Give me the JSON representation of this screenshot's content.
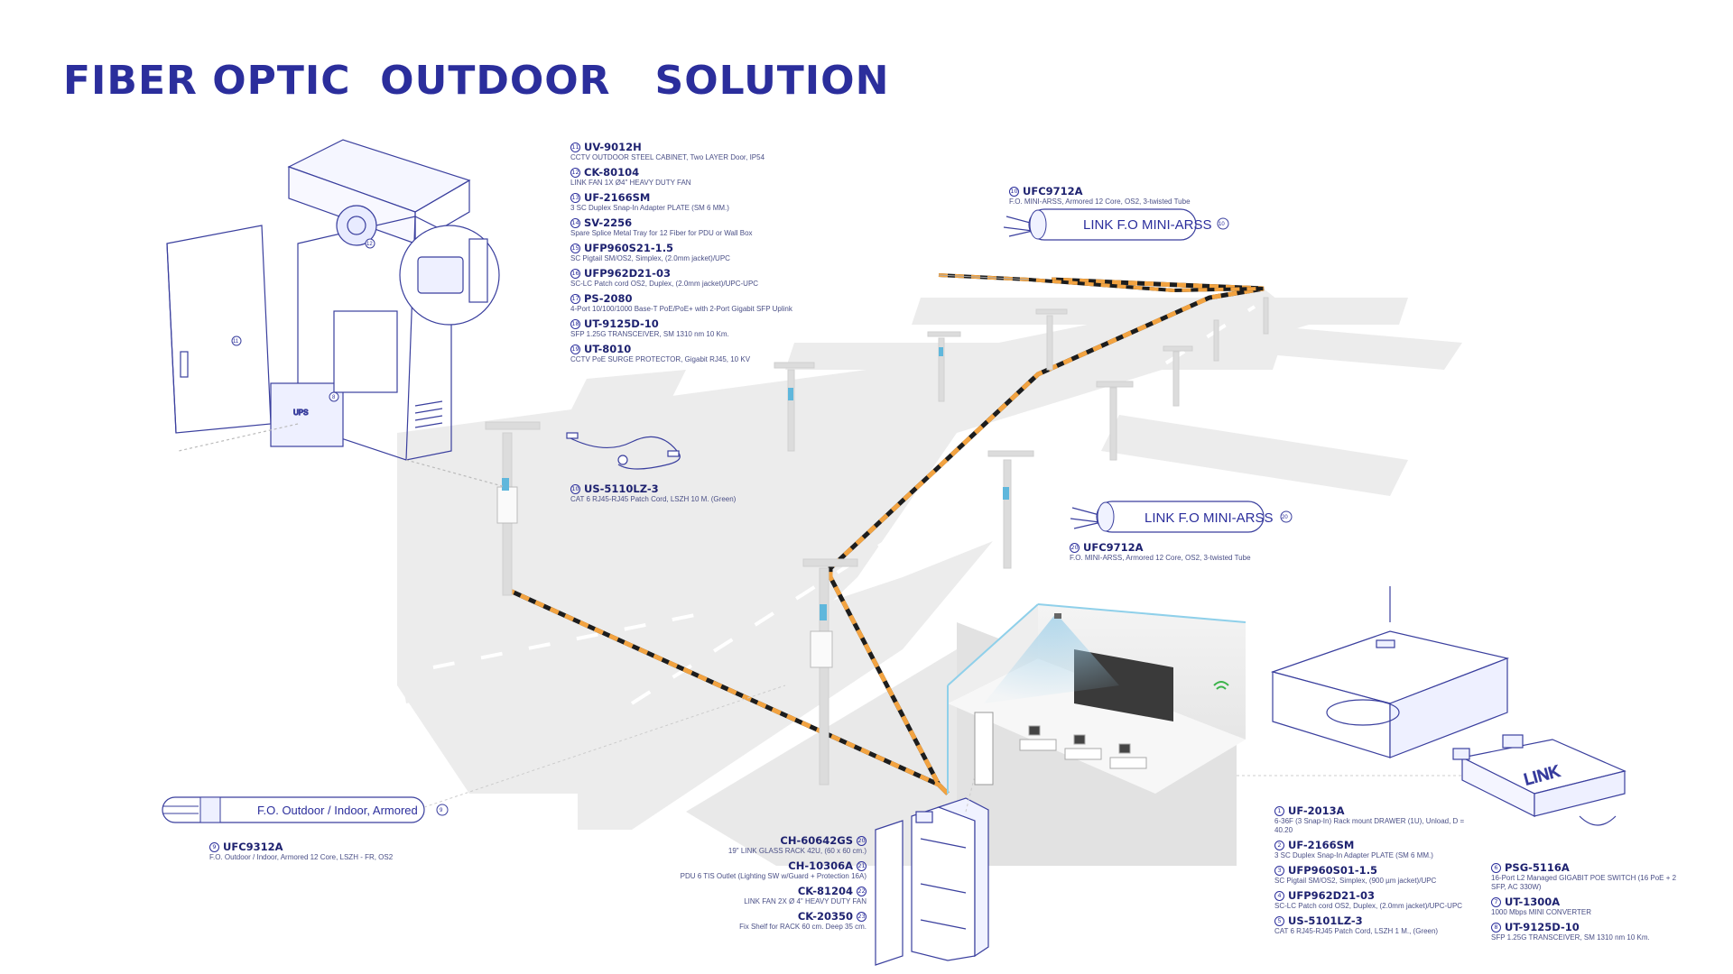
{
  "title": "FIBER OPTIC  OUTDOOR   SOLUTION",
  "colors": {
    "accent": "#2b2e9c",
    "fiber_orange": "#f2a341",
    "road": "#eeeeee",
    "line": "#3a3f9e",
    "screen_blue": "#b7dcef"
  },
  "cabinet_labels": [
    {
      "num": "11",
      "code": "UV-9012H",
      "desc": "CCTV OUTDOOR STEEL CABINET, Two LAYER Door, IP54"
    },
    {
      "num": "12",
      "code": "CK-80104",
      "desc": "LINK FAN 1X Ø4\" HEAVY DUTY FAN"
    },
    {
      "num": "13",
      "code": "UF-2166SM",
      "desc": "3 SC Duplex Snap-In Adapter PLATE (SM 6 MM.)"
    },
    {
      "num": "14",
      "code": "SV-2256",
      "desc": "Spare Splice Metal Tray for 12 Fiber for PDU or Wall Box"
    },
    {
      "num": "15",
      "code": "UFP960S21-1.5",
      "desc": "SC Pigtail SM/OS2, Simplex, (2.0mm jacket)/UPC"
    },
    {
      "num": "16",
      "code": "UFP962D21-03",
      "desc": "SC-LC Patch cord OS2, Duplex, (2.0mm jacket)/UPC-UPC"
    },
    {
      "num": "17",
      "code": "PS-2080",
      "desc": "4-Port 10/100/1000 Base-T PoE/PoE+ with 2-Port Gigabit SFP Uplink"
    },
    {
      "num": "18",
      "code": "UT-9125D-10",
      "desc": "SFP 1.25G TRANSCEIVER, SM 1310 nm 10 Km."
    },
    {
      "num": "19",
      "code": "UT-8010",
      "desc": "CCTV PoE SURGE PROTECTOR, Gigabit RJ45, 10 KV"
    }
  ],
  "patch_label": {
    "num": "10",
    "code": "US-5110LZ-3",
    "desc": "CAT 6 RJ45-RJ45 Patch Cord, LSZH 10 M. (Green)"
  },
  "mini_top": {
    "num": "10",
    "code": "UFC9712A",
    "desc": "F.O. MINI-ARSS, Armored 12 Core, OS2, 3-twisted Tube",
    "cable_text": "LINK F.O MINI-ARSS"
  },
  "mini_mid": {
    "num": "20",
    "code": "UFC9712A",
    "desc": "F.O. MINI-ARSS, Armored 12 Core, OS2, 3-twisted Tube",
    "cable_text": "LINK F.O MINI-ARSS"
  },
  "outdoor_label": {
    "num": "9",
    "code": "UFC9312A",
    "desc": "F.O. Outdoor / Indoor, Armored 12 Core, LSZH - FR, OS2",
    "cable_text": "F.O. Outdoor / Indoor, Armored"
  },
  "rack_labels": [
    {
      "num": "20",
      "code": "CH-60642GS",
      "desc": "19\" LINK GLASS RACK 42U, (60 x 60 cm.)"
    },
    {
      "num": "21",
      "code": "CH-10306A",
      "desc": "PDU 6 TIS Outlet (Lighting SW w/Guard + Protection 16A)"
    },
    {
      "num": "22",
      "code": "CK-81204",
      "desc": "LINK FAN 2X Ø 4\" HEAVY DUTY FAN"
    },
    {
      "num": "23",
      "code": "CK-20350",
      "desc": "Fix Shelf for RACK 60 cm. Deep 35 cm."
    }
  ],
  "drawer_labels": [
    {
      "num": "1",
      "code": "UF-2013A",
      "desc": "6-36F (3 Snap-In) Rack mount DRAWER (1U), Unload, D = 40.20"
    },
    {
      "num": "2",
      "code": "UF-2166SM",
      "desc": "3 SC Duplex Snap-In Adapter PLATE (SM 6 MM.)"
    },
    {
      "num": "3",
      "code": "UFP960S01-1.5",
      "desc": "SC Pigtail SM/OS2, Simplex, (900 µm jacket)/UPC"
    },
    {
      "num": "4",
      "code": "UFP962D21-03",
      "desc": "SC-LC Patch cord OS2, Duplex, (2.0mm jacket)/UPC-UPC"
    },
    {
      "num": "5",
      "code": "US-5101LZ-3",
      "desc": "CAT 6 RJ45-RJ45 Patch Cord, LSZH 1 M., (Green)"
    }
  ],
  "switch_labels": [
    {
      "num": "6",
      "code": "PSG-5116A",
      "desc": "16-Port L2 Managed GIGABIT POE SWITCH (16 PoE + 2 SFP, AC 330W)"
    },
    {
      "num": "7",
      "code": "UT-1300A",
      "desc": "1000 Mbps MINI CONVERTER"
    },
    {
      "num": "8",
      "code": "UT-9125D-10",
      "desc": "SFP 1.25G TRANSCEIVER, SM 1310 nm 10 Km."
    }
  ],
  "switch_brand": "LINK",
  "ups_text": "UPS"
}
